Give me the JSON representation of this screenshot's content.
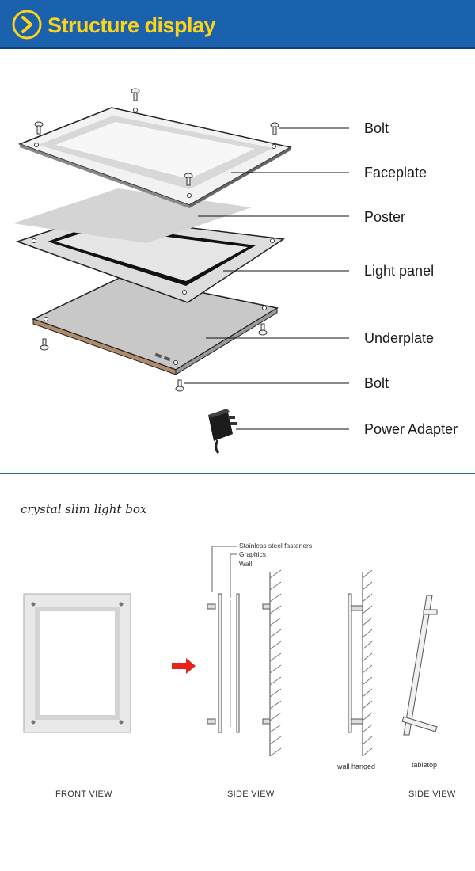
{
  "header": {
    "title": "Structure display"
  },
  "labels": {
    "bolt_top": "Bolt",
    "faceplate": "Faceplate",
    "poster": "Poster",
    "light_panel": "Light panel",
    "underplate": "Underplate",
    "bolt_bottom": "Bolt",
    "power_adapter": "Power Adapter"
  },
  "section2": {
    "subtitle": "crystal slim light box",
    "callouts": {
      "fasteners": "Stainless steel fasteners",
      "graphics": "Graphics",
      "wall": "Wall"
    },
    "mount_labels": {
      "wall_hanged": "wall hanged",
      "tabletop": "tabletop"
    },
    "view_captions": {
      "front": "FRONT VIEW",
      "side": "SIDE VIEW",
      "side2": "SIDE VIEW"
    }
  },
  "colors": {
    "header_bg": "#1a62ad",
    "title": "#ffd21a",
    "arrow": "#e8231a"
  }
}
